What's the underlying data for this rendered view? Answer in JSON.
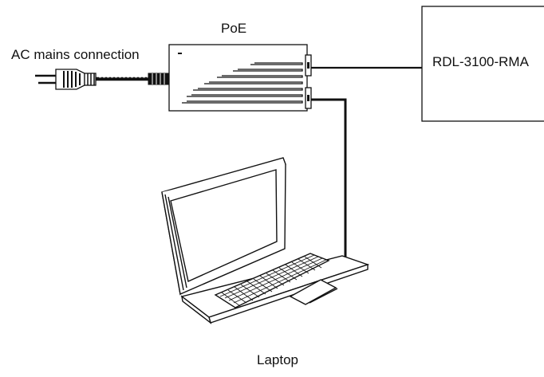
{
  "labels": {
    "poe": "PoE",
    "ac_mains": "AC mains connection",
    "radio": "RDL-3100-RMA",
    "laptop": "Laptop"
  },
  "colors": {
    "line": "#111111",
    "background": "#ffffff"
  },
  "icons": [
    "power-plug-icon",
    "poe-injector-icon",
    "laptop-icon"
  ]
}
